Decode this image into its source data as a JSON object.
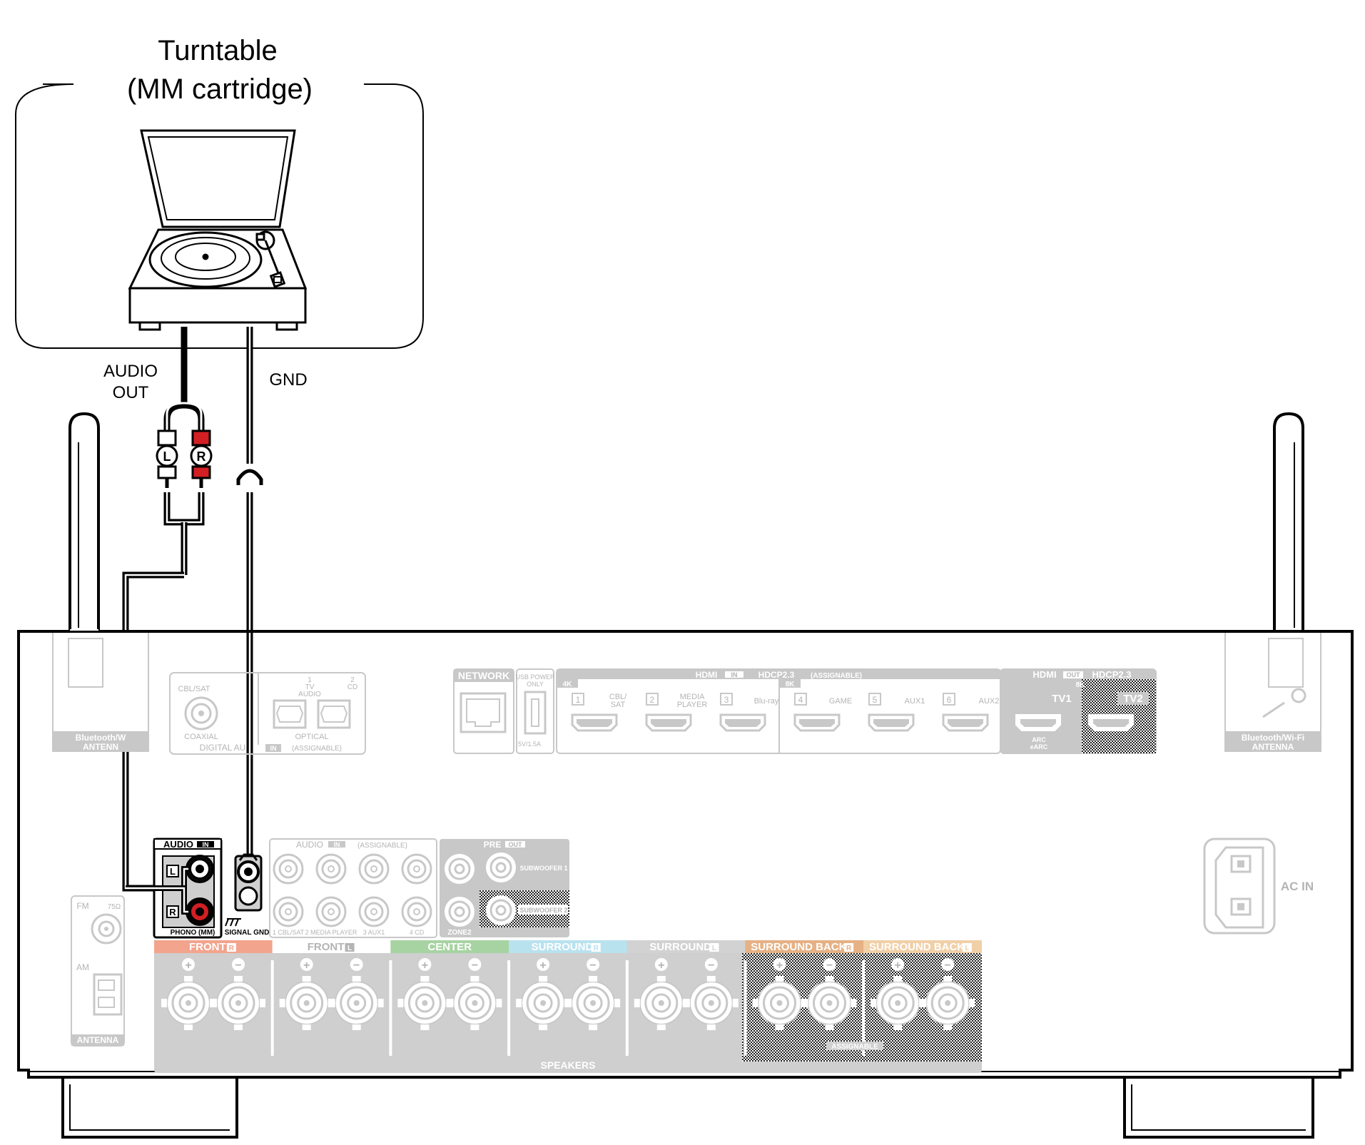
{
  "turntable": {
    "title_line1": "Turntable",
    "title_line2": "(MM cartridge)"
  },
  "cables": {
    "audio_out_line1": "AUDIO",
    "audio_out_line2": "OUT",
    "gnd": "GND",
    "plug_l": "L",
    "plug_r": "R"
  },
  "antennas": {
    "left_label_line1": "Bluetooth/W",
    "left_label_line2": "ANTENN",
    "right_label_line1": "Bluetooth/Wi-Fi",
    "right_label_line2": "ANTENNA"
  },
  "digital_audio": {
    "cbl_sat": "CBL/SAT",
    "coaxial": "COAXIAL",
    "tv_num": "1",
    "tv_line1": "TV",
    "tv_line2": "AUDIO",
    "cd_num": "2",
    "cd": "CD",
    "optical": "OPTICAL",
    "section": "DIGITAL AU",
    "in_badge": "IN",
    "assignable": "(ASSIGNABLE)"
  },
  "network": {
    "label": "NETWORK"
  },
  "usb": {
    "line1": "USB POWER",
    "line2": "ONLY",
    "rating": "5V/1.5A"
  },
  "hdmi_in": {
    "hdmi": "HDMI",
    "in_badge": "IN",
    "hdcp": "HDCP2.3",
    "assignable": "(ASSIGNABLE)",
    "res_4k": "4K",
    "res_8k": "8K",
    "ports": [
      {
        "num": "1",
        "line1": "CBL/",
        "line2": "SAT"
      },
      {
        "num": "2",
        "line1": "MEDIA",
        "line2": "PLAYER"
      },
      {
        "num": "3",
        "line1": "Blu-ray",
        "line2": ""
      },
      {
        "num": "4",
        "line1": "GAME",
        "line2": ""
      },
      {
        "num": "5",
        "line1": "AUX1",
        "line2": ""
      },
      {
        "num": "6",
        "line1": "AUX2",
        "line2": ""
      }
    ]
  },
  "hdmi_out": {
    "hdmi": "HDMI",
    "out_badge": "OUT",
    "hdcp": "HDCP2.3",
    "res_8k": "8K",
    "tv1": "TV1",
    "tv2": "TV2",
    "arc_line1": "ARC",
    "arc_line2": "eARC"
  },
  "audio_in_phono": {
    "audio": "AUDIO",
    "in_badge": "IN",
    "l": "L",
    "r": "R",
    "phono": "PHONO (MM)",
    "signal_gnd": "SIGNAL GND"
  },
  "audio_in_assignable": {
    "audio": "AUDIO",
    "in_badge": "IN",
    "assignable": "(ASSIGNABLE)",
    "inputs": [
      "1 CBL/SAT",
      "2 MEDIA PLAYER",
      "3 AUX1",
      "4 CD"
    ]
  },
  "pre_out": {
    "pre": "PRE",
    "out_badge": "OUT",
    "subwoofer1": "SUBWOOFER 1",
    "subwoofer2": "SUBWOOFER 2",
    "zone2": "ZONE2"
  },
  "antenna_terminal": {
    "fm": "FM",
    "ohm": "75Ω",
    "am": "AM",
    "label": "ANTENNA"
  },
  "ac_in": {
    "label": "AC IN"
  },
  "speakers": {
    "label": "SPEAKERS",
    "assignable": "ASSIGNABLE",
    "plus": "+",
    "minus": "−",
    "channels": [
      {
        "name": "FRONT",
        "side": "R",
        "color": "#f2a48c"
      },
      {
        "name": "FRONT",
        "side": "L",
        "color": "#ffffff"
      },
      {
        "name": "CENTER",
        "side": "",
        "color": "#a7d3a2"
      },
      {
        "name": "SURROUND",
        "side": "R",
        "color": "#b9e2ef"
      },
      {
        "name": "SURROUND",
        "side": "L",
        "color": "#d2d2d2"
      },
      {
        "name": "SURROUND BACK",
        "side": "R",
        "color": "#e6b184"
      },
      {
        "name": "SURROUND BACK",
        "side": "L",
        "color": "#f1d0a8"
      }
    ]
  }
}
